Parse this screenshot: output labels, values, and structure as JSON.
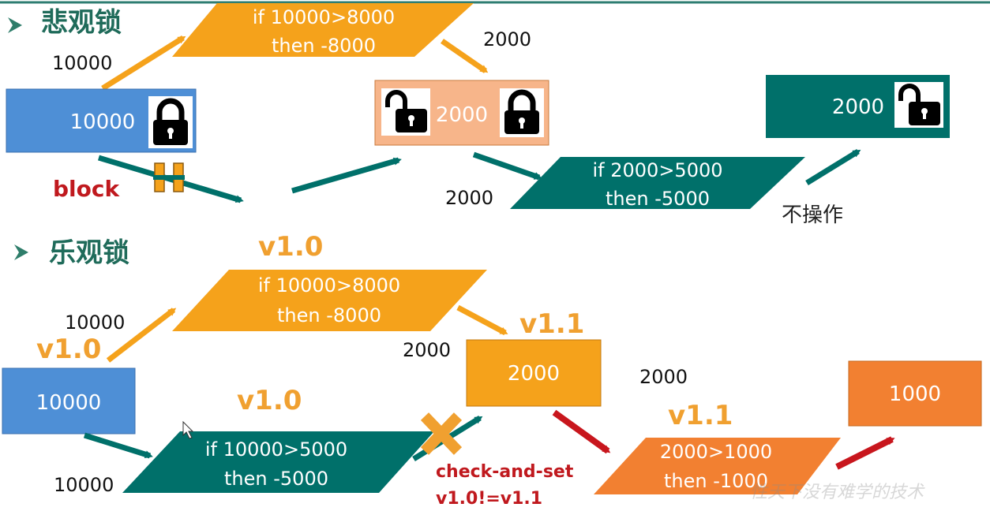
{
  "colors": {
    "orange": "#F5A21B",
    "teal": "#00706A",
    "blue": "#4E8FD6",
    "peach": "#F7B58A",
    "deep_orange": "#F28031",
    "red_arrow": "#C8161D",
    "red_text": "#C0191E",
    "version_orange": "#F0A030"
  },
  "pessimistic": {
    "title": "悲观锁",
    "start_amount": "10000",
    "account_box": "10000",
    "block_label": "block",
    "op1_line1": "if 10000>8000",
    "op1_line2": "then -8000",
    "result_label": "2000",
    "locked_box": "2000",
    "waiting_amount": "2000",
    "op2_line1": "if 2000>5000",
    "op2_line2": "then -5000",
    "no_op_label": "不操作",
    "final_box": "2000",
    "icons": [
      "lock-closed-icon",
      "lock-open-icon",
      "lock-closed-icon",
      "lock-open-icon",
      "pause-icon"
    ]
  },
  "optimistic": {
    "title": "乐观锁",
    "version_top": "v1.0",
    "start_amount_top": "10000",
    "version_left": "v1.0",
    "account_box": "10000",
    "op1_line1": "if 10000>8000",
    "op1_line2": "then -8000",
    "version_new": "v1.1",
    "result_amount": "2000",
    "result_box": "2000",
    "version_mid": "v1.0",
    "start_amount_bottom": "10000",
    "op2_line1": "if 10000>5000",
    "op2_line2": "then -5000",
    "cas_line1": "check-and-set",
    "cas_line2": "v1.0!=v1.1",
    "right_amount": "2000",
    "version_right": "v1.1",
    "op3_line1": "2000>1000",
    "op3_line2": "then -1000",
    "final_box": "1000",
    "icons": [
      "cross-icon"
    ]
  },
  "watermark": "性天下没有难学的技术"
}
